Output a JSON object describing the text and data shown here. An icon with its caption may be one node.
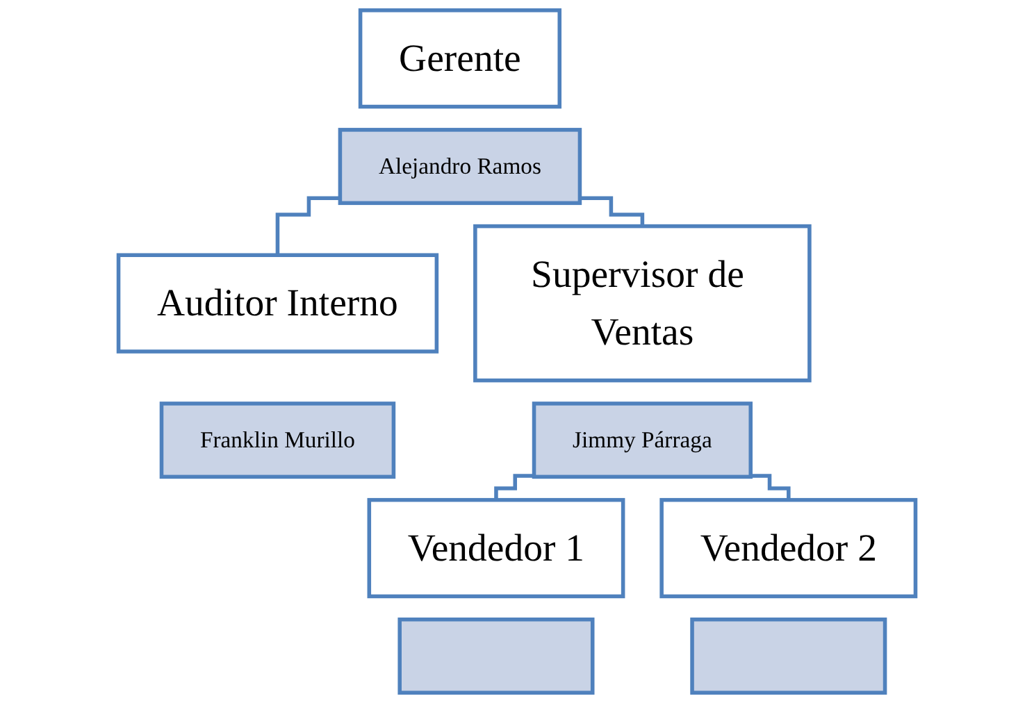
{
  "diagram": {
    "nodes": [
      {
        "text": [
          "Gerente"
        ]
      },
      {
        "text": [
          "Alejandro Ramos"
        ]
      },
      {
        "text": [
          "Auditor Interno"
        ]
      },
      {
        "text": [
          "Franklin Murillo"
        ]
      },
      {
        "text": [
          "Supervisor de Ventas"
        ]
      },
      {
        "text": [
          "Jimmy Párraga"
        ]
      },
      {
        "text": [
          "Vendedor 1"
        ]
      },
      {
        "text": [],
        "shape": "box"
      },
      {
        "text": [
          "Vendedor 2"
        ]
      },
      {
        "text": [],
        "shape": "box"
      }
    ],
    "edges": [
      {
        "from": 1,
        "to": 2,
        "arrow": "none"
      },
      {
        "from": 1,
        "to": 4,
        "arrow": "none"
      },
      {
        "from": 5,
        "to": 6,
        "arrow": "none"
      },
      {
        "from": 5,
        "to": 8,
        "arrow": "none"
      }
    ]
  }
}
